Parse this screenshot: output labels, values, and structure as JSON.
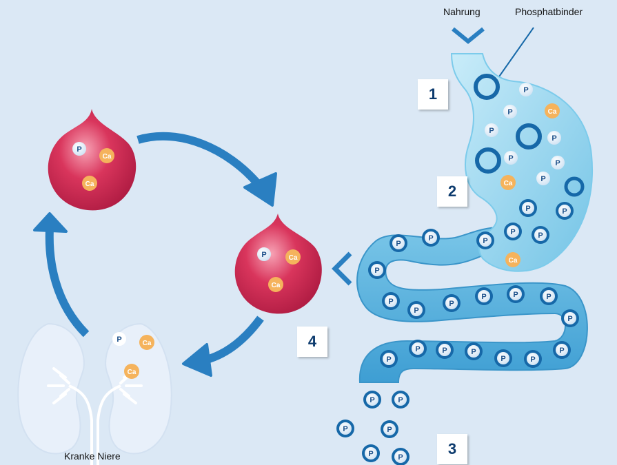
{
  "labels": {
    "food": "Nahrung",
    "binder": "Phosphatbinder",
    "kidney": "Kranke Niere"
  },
  "steps": [
    "1",
    "2",
    "3",
    "4"
  ],
  "particles": {
    "phosphate": "P",
    "calcium": "Ca"
  },
  "colors": {
    "background": "#dbe8f5",
    "arrow": "#2a7fc1",
    "blood_drop": "#c8294f",
    "calcium": "#f5b35c",
    "binder_ring": "#1668a8",
    "gut": "#5ab3de",
    "kidney": "#e6eff9"
  }
}
